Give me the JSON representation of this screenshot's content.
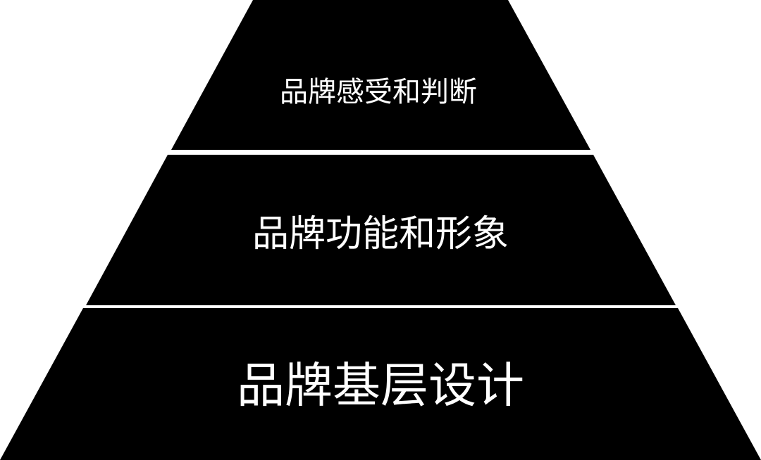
{
  "diagram": {
    "type": "pyramid",
    "levels": [
      {
        "label": "品牌感受和判断"
      },
      {
        "label": "品牌功能和形象"
      },
      {
        "label": "品牌基层设计"
      }
    ]
  }
}
